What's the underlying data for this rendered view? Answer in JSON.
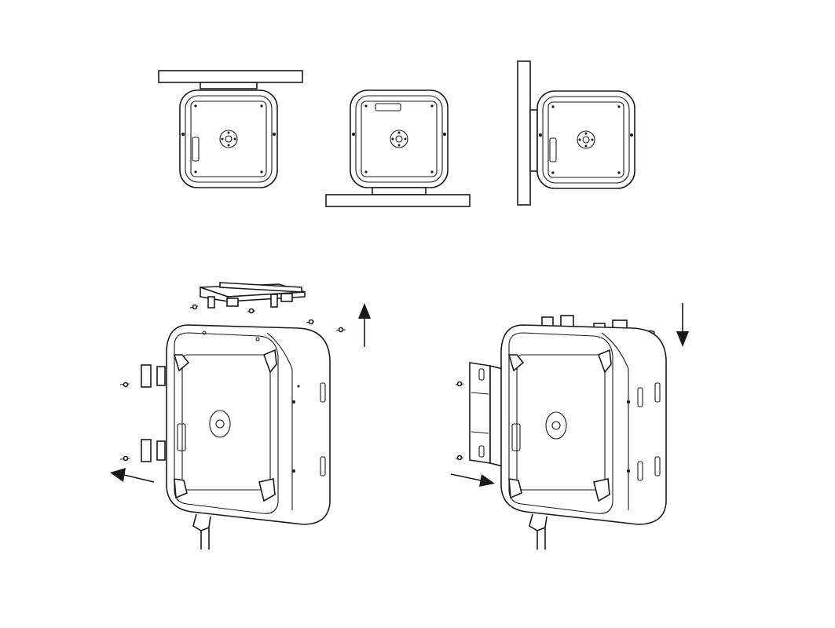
{
  "diagram": {
    "top_row": [
      {
        "name": "ceiling-mount",
        "mount": "top"
      },
      {
        "name": "floor-mount",
        "mount": "bottom"
      },
      {
        "name": "wall-mount",
        "mount": "left"
      }
    ],
    "bottom_row": [
      {
        "name": "remove-bracket",
        "arrows": [
          "left",
          "up"
        ]
      },
      {
        "name": "attach-bracket",
        "arrows": [
          "right",
          "down"
        ]
      }
    ],
    "line_color": "#1a1a1a",
    "background": "#ffffff"
  }
}
